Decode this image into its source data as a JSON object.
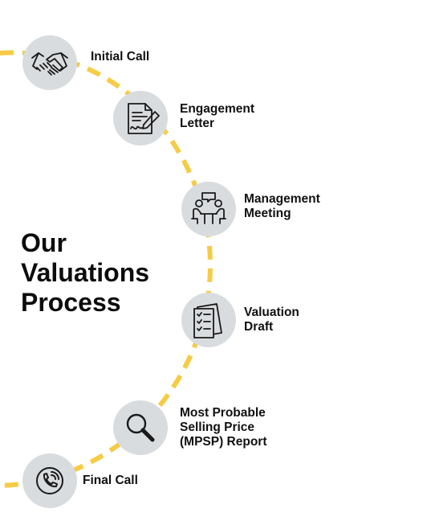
{
  "title": "Our\nValuations\nProcess",
  "colors": {
    "arc": "#f6cb45",
    "circle": "#d9dcdf",
    "ink": "#111111"
  },
  "steps": [
    {
      "label": "Initial Call",
      "icon": "handshake-icon"
    },
    {
      "label": "Engagement\nLetter",
      "icon": "signed-document-icon"
    },
    {
      "label": "Management\nMeeting",
      "icon": "meeting-icon"
    },
    {
      "label": "Valuation\nDraft",
      "icon": "checklist-icon"
    },
    {
      "label": "Most Probable\nSelling Price\n(MPSP) Report",
      "icon": "magnifier-icon"
    },
    {
      "label": "Final Call",
      "icon": "phone-icon"
    }
  ]
}
